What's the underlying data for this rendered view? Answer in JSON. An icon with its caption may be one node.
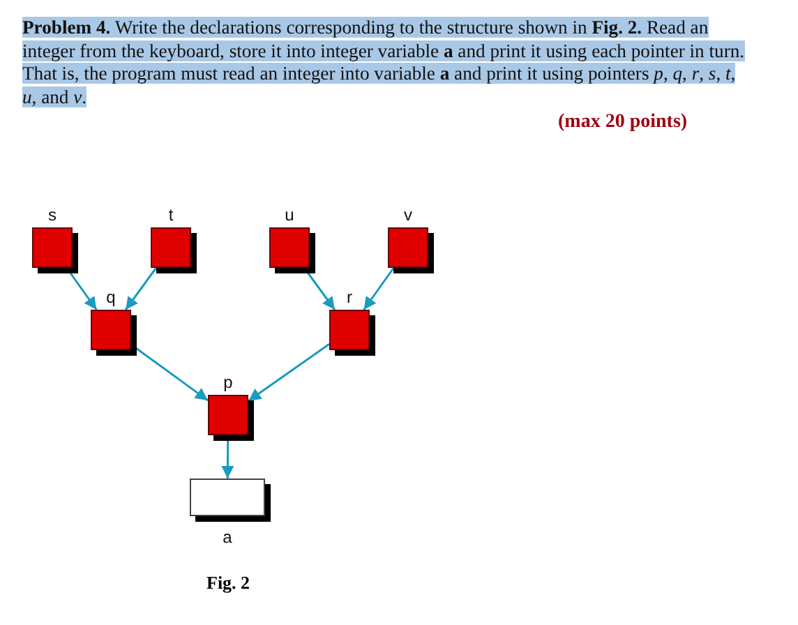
{
  "diagram": {
    "caption": "Fig. 2",
    "nodes": [
      {
        "text": [
          "s"
        ]
      },
      {
        "text": [
          "t"
        ]
      },
      {
        "text": [
          "u"
        ]
      },
      {
        "text": [
          "v"
        ]
      },
      {
        "text": [
          "q"
        ]
      },
      {
        "text": [
          "r"
        ]
      },
      {
        "text": [
          "p"
        ]
      },
      {
        "text": [
          "a"
        ]
      }
    ],
    "edges": [
      {
        "from": 0,
        "to": 4,
        "arrow": "to"
      },
      {
        "from": 1,
        "to": 4,
        "arrow": "to"
      },
      {
        "from": 2,
        "to": 5,
        "arrow": "to"
      },
      {
        "from": 3,
        "to": 5,
        "arrow": "to"
      },
      {
        "from": 4,
        "to": 6,
        "arrow": "to"
      },
      {
        "from": 5,
        "to": 6,
        "arrow": "to"
      },
      {
        "from": 6,
        "to": 7,
        "arrow": "to"
      }
    ],
    "labels": [
      "**Problem 4.** Write the declarations corresponding to the structure shown in **Fig. 2.**  Read an integer from the keyboard, store it into integer variable **a**  and print it using each pointer in turn. That is, the program must read an integer into variable **a**  and print it using pointers *p*, *q*, *r*, *s*, *t*, *u*, and *v*.",
      "(max 20 points)"
    ]
  }
}
